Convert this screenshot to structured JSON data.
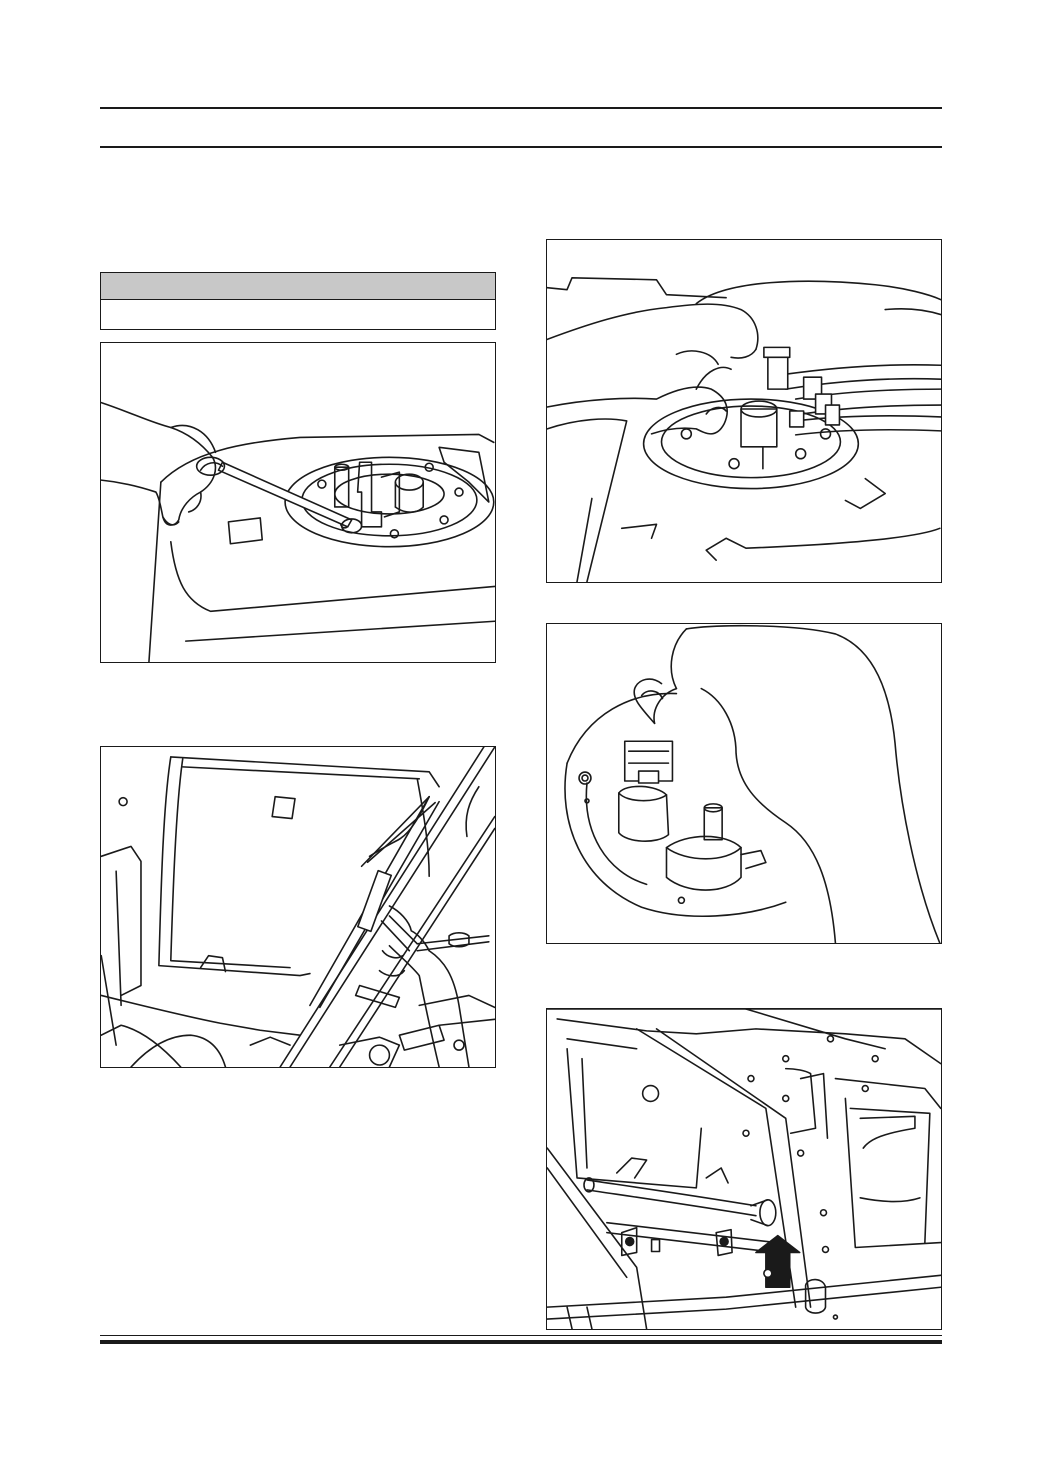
{
  "page": {
    "header_rule_top": "",
    "header_rule_bottom": ""
  },
  "note_box": {
    "header_color": "#c8c8c8"
  },
  "figures": [
    {
      "name": "fig-fuel-pump-flange-wrench",
      "icon": "wrench-on-pump-flange-illustration"
    },
    {
      "name": "fig-pump-hose-disconnect",
      "icon": "hands-disconnecting-hoses-illustration"
    },
    {
      "name": "fig-pump-connector-unplug",
      "icon": "hand-unplugging-connector-illustration"
    },
    {
      "name": "fig-underside-screwdriver",
      "icon": "underside-frame-screwdriver-illustration"
    },
    {
      "name": "fig-frame-tube-arrow",
      "icon": "frame-tube-with-arrow-illustration"
    }
  ]
}
